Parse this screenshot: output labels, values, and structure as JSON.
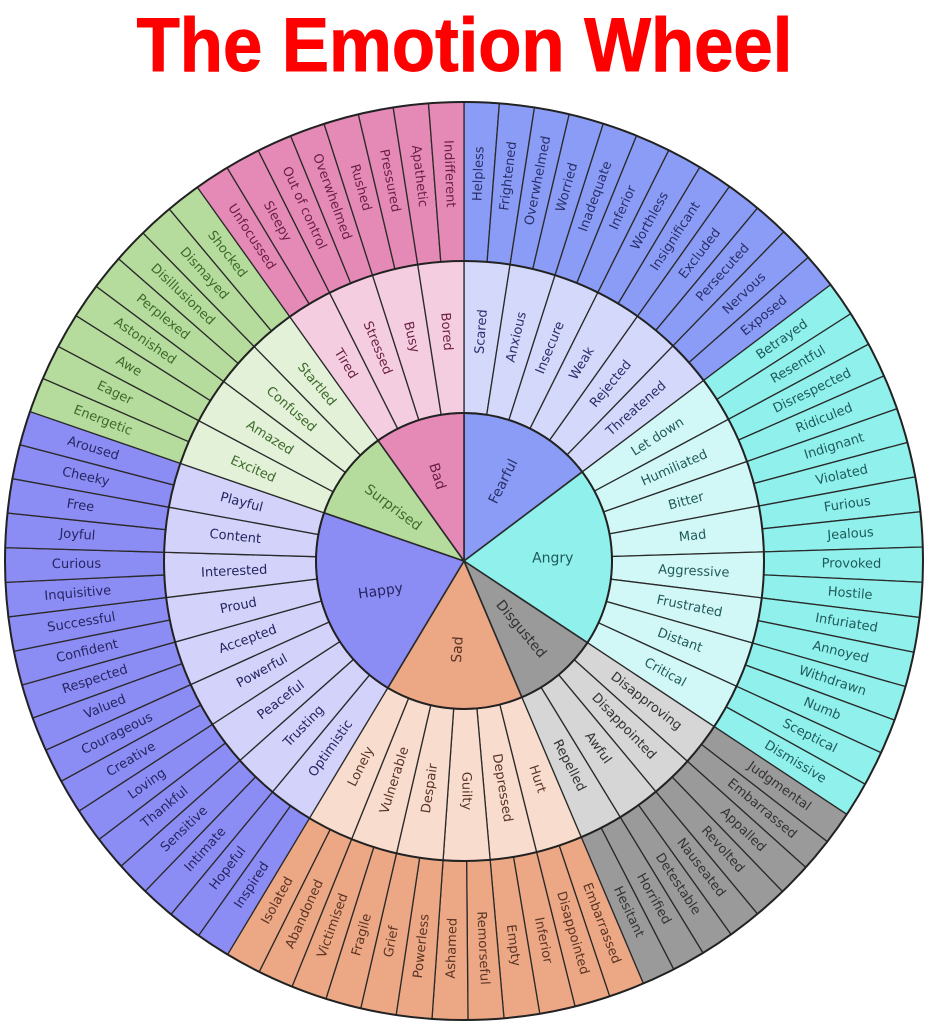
{
  "title": "The Emotion Wheel",
  "wheel": {
    "description": "Three-ring emotion wheel; angles in degrees clockwise from top",
    "cores": [
      {
        "label": "Fearful",
        "start_deg": 0,
        "end_deg": 53,
        "colors": {
          "core": "#8a9cf5",
          "middle": "#d4d8fb",
          "outer": "#8a9cf5",
          "text": "#2a2f6a"
        },
        "middle": [
          {
            "label": "Scared",
            "outer": [
              "Helpless",
              "Frightened"
            ]
          },
          {
            "label": "Anxious",
            "outer": [
              "Overwhelmed",
              "Worried"
            ]
          },
          {
            "label": "Insecure",
            "outer": [
              "Inadequate",
              "Inferior"
            ]
          },
          {
            "label": "Weak",
            "outer": [
              "Worthless",
              "Insignificant"
            ]
          },
          {
            "label": "Rejected",
            "outer": [
              "Excluded",
              "Persecuted"
            ]
          },
          {
            "label": "Threatened",
            "outer": [
              "Nervous",
              "Exposed"
            ]
          }
        ]
      },
      {
        "label": "Angry",
        "start_deg": 53,
        "end_deg": 123.5,
        "colors": {
          "core": "#8ff0ec",
          "middle": "#d2f7f7",
          "outer": "#8ff0ec",
          "text": "#1f5a5a"
        },
        "middle": [
          {
            "label": "Let down",
            "outer": [
              "Betrayed",
              "Resentful"
            ]
          },
          {
            "label": "Humiliated",
            "outer": [
              "Disrespected",
              "Ridiculed"
            ]
          },
          {
            "label": "Bitter",
            "outer": [
              "Indignant",
              "Violated"
            ]
          },
          {
            "label": "Mad",
            "outer": [
              "Furious",
              "Jealous"
            ]
          },
          {
            "label": "Aggressive",
            "outer": [
              "Provoked",
              "Hostile"
            ]
          },
          {
            "label": "Frustrated",
            "outer": [
              "Infuriated",
              "Annoyed"
            ]
          },
          {
            "label": "Distant",
            "outer": [
              "Withdrawn",
              "Numb"
            ]
          },
          {
            "label": "Critical",
            "outer": [
              "Sceptical",
              "Dismissive"
            ]
          }
        ]
      },
      {
        "label": "Disgusted",
        "start_deg": 123.5,
        "end_deg": 157,
        "colors": {
          "core": "#9a9a9a",
          "middle": "#d6d6d6",
          "outer": "#9a9a9a",
          "text": "#333333"
        },
        "middle": [
          {
            "label": "Disapproving",
            "outer": [
              "Judgmental",
              "Embarrassed"
            ]
          },
          {
            "label": "Disappointed",
            "outer": [
              "Appalled",
              "Revolted"
            ]
          },
          {
            "label": "Awful",
            "outer": [
              "Nauseated",
              "Detestable"
            ]
          },
          {
            "label": "Repelled",
            "outer": [
              "Horrified",
              "Hesitant"
            ]
          }
        ]
      },
      {
        "label": "Sad",
        "start_deg": 157,
        "end_deg": 211,
        "colors": {
          "core": "#eca784",
          "middle": "#f8dccd",
          "outer": "#eca784",
          "text": "#5a3424"
        },
        "middle": [
          {
            "label": "Hurt",
            "outer": [
              "Embarrassed",
              "Disappointed"
            ]
          },
          {
            "label": "Depressed",
            "outer": [
              "Inferior",
              "Empty"
            ]
          },
          {
            "label": "Guilty",
            "outer": [
              "Remorseful",
              "Ashamed"
            ]
          },
          {
            "label": "Despair",
            "outer": [
              "Powerless",
              "Grief"
            ]
          },
          {
            "label": "Vulnerable",
            "outer": [
              "Fragile",
              "Victimised"
            ]
          },
          {
            "label": "Lonely",
            "outer": [
              "Abandoned",
              "Isolated"
            ]
          }
        ]
      },
      {
        "label": "Happy",
        "start_deg": 211,
        "end_deg": 289,
        "colors": {
          "core": "#8c8cf5",
          "middle": "#d2d2fb",
          "outer": "#8c8cf5",
          "text": "#252560"
        },
        "middle": [
          {
            "label": "Optimistic",
            "outer": [
              "Inspired",
              "Hopeful"
            ]
          },
          {
            "label": "Trusting",
            "outer": [
              "Intimate",
              "Sensitive"
            ]
          },
          {
            "label": "Peaceful",
            "outer": [
              "Thankful",
              "Loving"
            ]
          },
          {
            "label": "Powerful",
            "outer": [
              "Creative",
              "Courageous"
            ]
          },
          {
            "label": "Accepted",
            "outer": [
              "Valued",
              "Respected"
            ]
          },
          {
            "label": "Proud",
            "outer": [
              "Confident",
              "Successful"
            ]
          },
          {
            "label": "Interested",
            "outer": [
              "Inquisitive",
              "Curious"
            ]
          },
          {
            "label": "Content",
            "outer": [
              "Joyful",
              "Free"
            ]
          },
          {
            "label": "Playful",
            "outer": [
              "Cheeky",
              "Aroused"
            ]
          }
        ]
      },
      {
        "label": "Surprised",
        "start_deg": 289,
        "end_deg": 324.5,
        "colors": {
          "core": "#b5dc9c",
          "middle": "#e2f1d8",
          "outer": "#b5dc9c",
          "text": "#3d6a2a"
        },
        "middle": [
          {
            "label": "Excited",
            "outer": [
              "Energetic",
              "Eager"
            ]
          },
          {
            "label": "Amazed",
            "outer": [
              "Awe",
              "Astonished"
            ]
          },
          {
            "label": "Confused",
            "outer": [
              "Perplexed",
              "Disillusioned"
            ]
          },
          {
            "label": "Startled",
            "outer": [
              "Dismayed",
              "Shocked"
            ]
          }
        ]
      },
      {
        "label": "Bad",
        "start_deg": 324.5,
        "end_deg": 360,
        "colors": {
          "core": "#e58ab6",
          "middle": "#f5cde0",
          "outer": "#e58ab6",
          "text": "#6a1f44"
        },
        "middle": [
          {
            "label": "Tired",
            "outer": [
              "Unfocussed",
              "Sleepy"
            ]
          },
          {
            "label": "Stressed",
            "outer": [
              "Out of control",
              "Overwhelmed"
            ]
          },
          {
            "label": "Busy",
            "outer": [
              "Rushed",
              "Pressured"
            ]
          },
          {
            "label": "Bored",
            "outer": [
              "Apathetic",
              "Indifferent"
            ]
          }
        ]
      }
    ]
  }
}
